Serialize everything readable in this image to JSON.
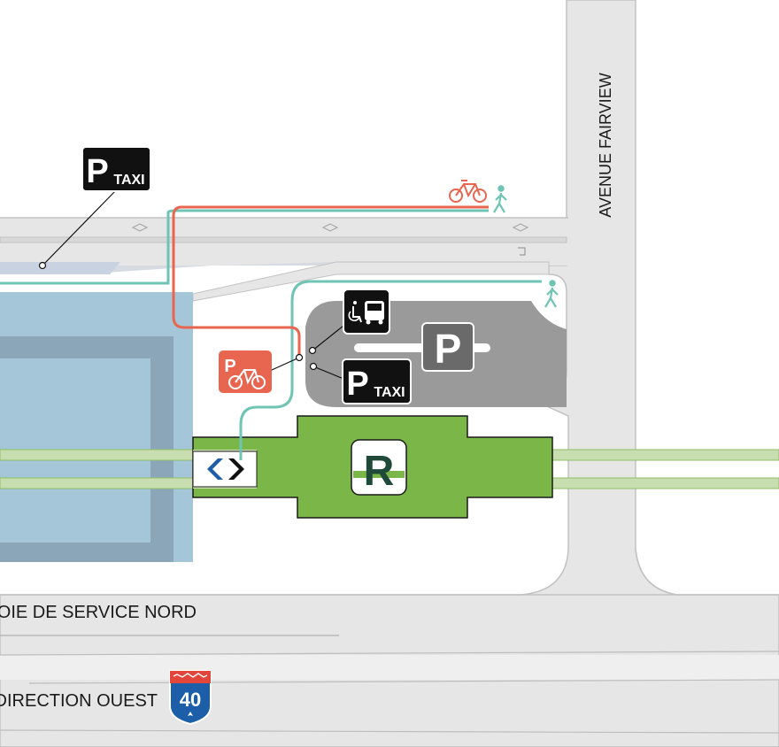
{
  "streets": {
    "avenue": "AVENUE FAIRVIEW",
    "service_road": "VOIE DE SERVICE NORD",
    "highway_direction": "DIRECTION OUEST"
  },
  "highway_shield": {
    "number": "40"
  },
  "station": {
    "symbol": "R"
  },
  "signs": {
    "taxi_top": {
      "p": "P",
      "text": "TAXI"
    },
    "taxi_bottom": {
      "p": "P",
      "text": "TAXI"
    },
    "parking": {
      "p": "P"
    },
    "bike_parking": {
      "p": "P"
    }
  },
  "icons": [
    "bicycle-icon",
    "pedestrian-icon",
    "wheelchair-bus-icon",
    "bike-parking-icon",
    "taxi-stand-icon",
    "parking-icon",
    "station-entrance-arrows-icon",
    "highway-40-shield-icon"
  ],
  "colors": {
    "road": "#e8e8e8",
    "road_edge": "#b8b8b8",
    "building": "#a5c6d8",
    "building_dark": "#8aa6b8",
    "station_green": "#7ab648",
    "pedestrian_path": "#6fc4b4",
    "bike_path": "#e8654f",
    "parking_lot": "#9a9a9a",
    "sign_black": "#111111",
    "shield_blue": "#1c5fa8",
    "shield_red": "#e2463b"
  }
}
